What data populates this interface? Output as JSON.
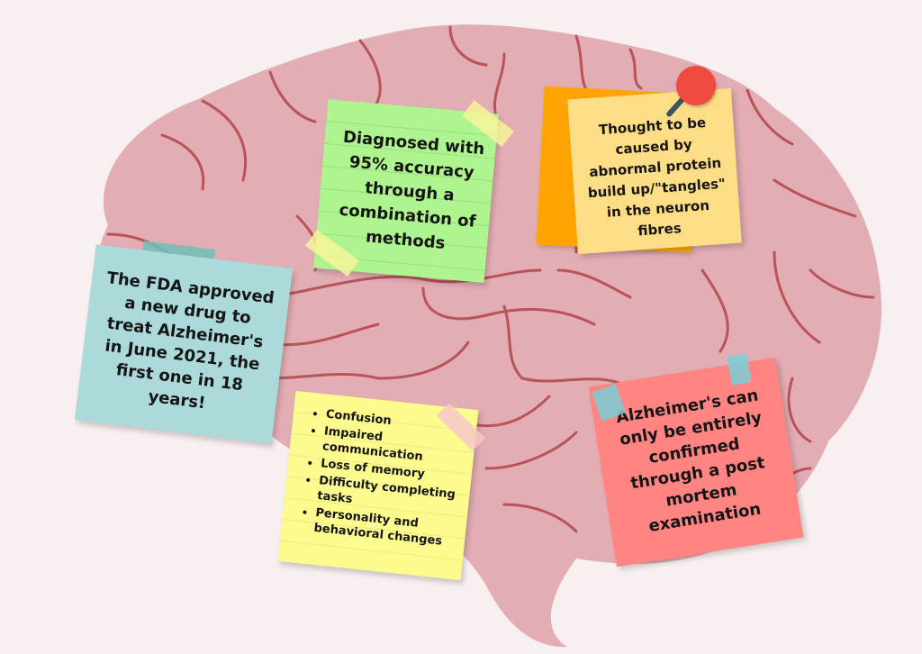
{
  "colors": {
    "background": "#f8eff0",
    "brain_fill": "#e2adb3",
    "brain_lines": "#b9535a",
    "note_green": "#aef590",
    "note_orange": "#ffa400",
    "note_yellow": "#fedd87",
    "note_blue": "#acdadb",
    "note_list": "#fdfa8e",
    "note_red": "#ff8482",
    "pin": "#f04a3e"
  },
  "notes": {
    "green": "Diagnosed with 95% accuracy through a combination of methods",
    "yellow": "Thought to be caused by abnormal protein build up/\"tangles\" in the neuron fibres",
    "blue": "The FDA approved a new drug to treat Alzheimer's in June 2021, the first one in 18 years!",
    "red": "Alzheimer's can only be entirely confirmed through a post mortem examination",
    "symptoms": [
      "Confusion",
      "Impaired communication",
      "Loss of memory",
      "Difficulty completing tasks",
      "Personality and behavioral changes"
    ]
  },
  "icons": {
    "pin": "push-pin-icon",
    "brain": "brain-illustration"
  }
}
